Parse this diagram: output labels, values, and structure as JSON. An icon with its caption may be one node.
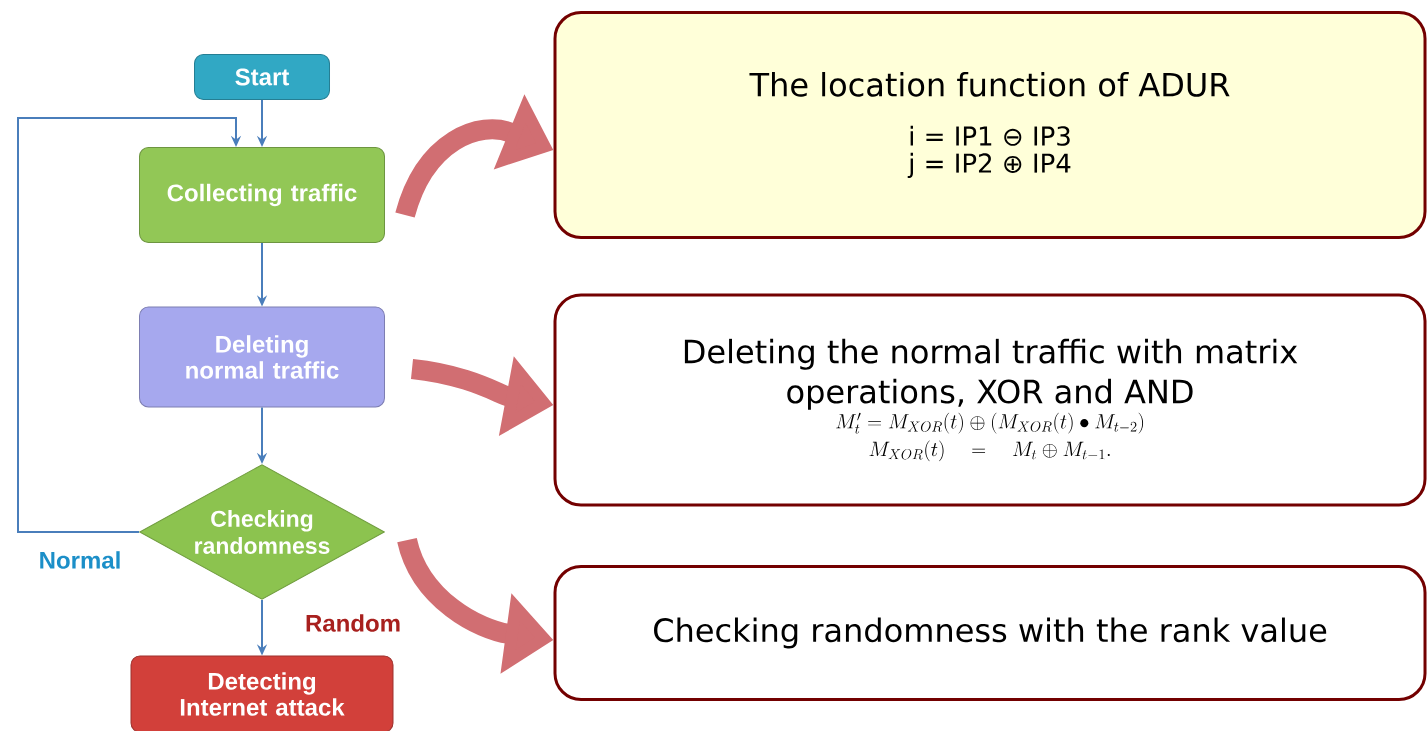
{
  "diagram": {
    "nodes": [
      {
        "text": [
          "Start"
        ]
      },
      {
        "text": [
          "Collecting traffic"
        ]
      },
      {
        "text": [
          "Deleting normal traffic"
        ]
      },
      {
        "text": [
          "Checking randomness"
        ]
      },
      {
        "text": [
          "Detecting Internet attack"
        ]
      },
      {
        "text": [
          "The location function of ADUR",
          "i  =  IP1 ⊖ IP3",
          "j  =  IP2 ⊕ IP4"
        ]
      },
      {
        "text": [
          "Deleting the normal traffic with matrix operations, XOR and AND",
          "M'_t = M_{XOR}(t) \\oplus (M_{XOR}(t) \\bullet M_{t-2})",
          "M_{XOR}(t) \\quad = \\quad M_t \\oplus M_{t-1}."
        ]
      },
      {
        "text": [
          "Checking randomness with the rank value"
        ]
      }
    ],
    "edges": [
      {
        "from": 0,
        "to": 1,
        "arrow": "to"
      },
      {
        "from": 1,
        "to": 2,
        "arrow": "to"
      },
      {
        "from": 2,
        "to": 3,
        "arrow": "to"
      },
      {
        "from": 3,
        "to": 4,
        "arrow": "to",
        "label": "Random"
      },
      {
        "from": 3,
        "to": 1,
        "arrow": "to",
        "label": "Normal"
      },
      {
        "from": 1,
        "to": 5,
        "arrow": "to",
        "style": "thick",
        "color": "#c95459"
      },
      {
        "from": 2,
        "to": 6,
        "arrow": "to",
        "style": "thick",
        "color": "#c95459"
      },
      {
        "from": 3,
        "to": 7,
        "arrow": "to",
        "style": "thick",
        "color": "#c95459"
      }
    ]
  }
}
